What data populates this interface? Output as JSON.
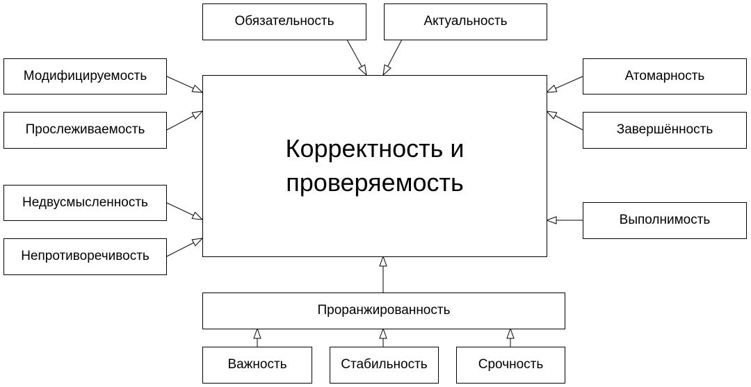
{
  "diagram": {
    "main": "Корректность и проверяемость",
    "nodes": {
      "obligatoriness": "Обязательность",
      "actuality": "Актуальность",
      "modifiability": "Модифицируемость",
      "traceability": "Прослеживаемость",
      "unambiguity": "Недвусмысленность",
      "consistency": "Непротиворечивость",
      "atomicity": "Атомарность",
      "completeness": "Завершённость",
      "feasibility": "Выполнимость",
      "ranking": "Проранжированность",
      "importance": "Важность",
      "stability": "Стабильность",
      "urgency": "Срочность"
    },
    "colors": {
      "stroke": "#000000",
      "fill": "#ffffff"
    }
  }
}
